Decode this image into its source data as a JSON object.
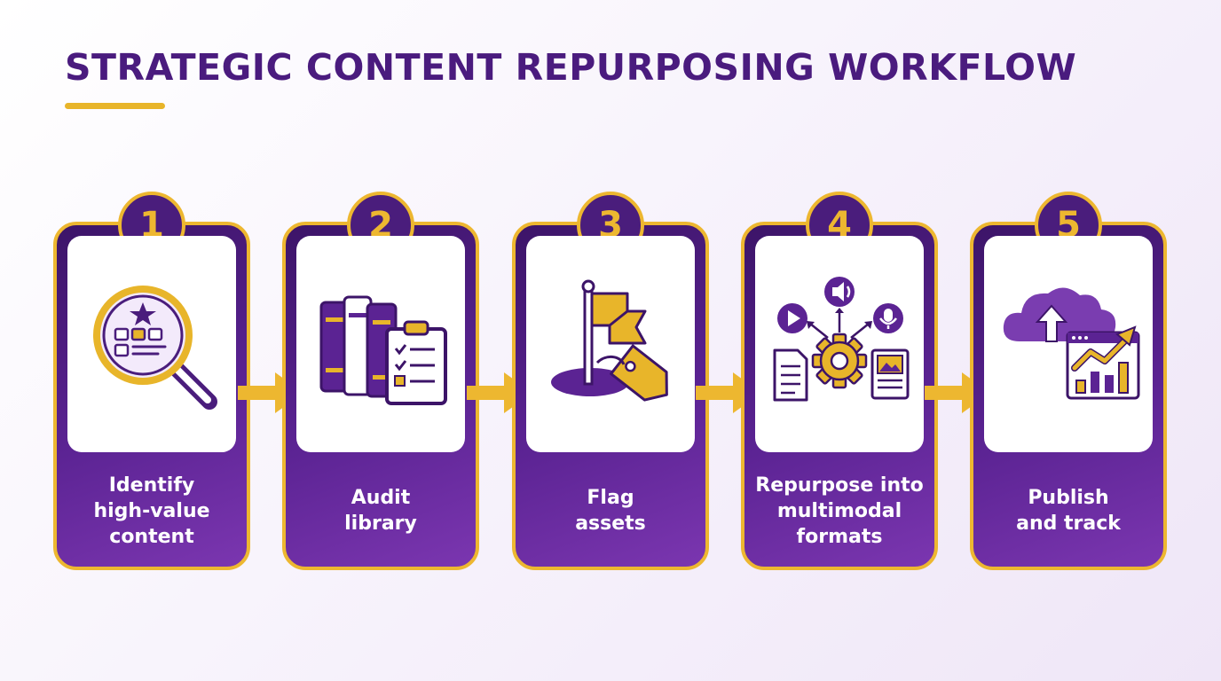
{
  "title": "STRATEGIC CONTENT REPURPOSING WORKFLOW",
  "colors": {
    "purple": "#4a1b7e",
    "gold": "#edb730",
    "card": "#ffffff"
  },
  "steps": [
    {
      "number": "1",
      "label": "Identify\nhigh-value\ncontent",
      "icon": "magnifier-star-icon"
    },
    {
      "number": "2",
      "label": "Audit\nlibrary",
      "icon": "books-clipboard-icon"
    },
    {
      "number": "3",
      "label": "Flag\nassets",
      "icon": "flag-tag-icon"
    },
    {
      "number": "4",
      "label": "Repurpose into\nmultimodal\nformats",
      "icon": "gear-media-icon"
    },
    {
      "number": "5",
      "label": "Publish\nand track",
      "icon": "cloud-chart-icon"
    }
  ]
}
